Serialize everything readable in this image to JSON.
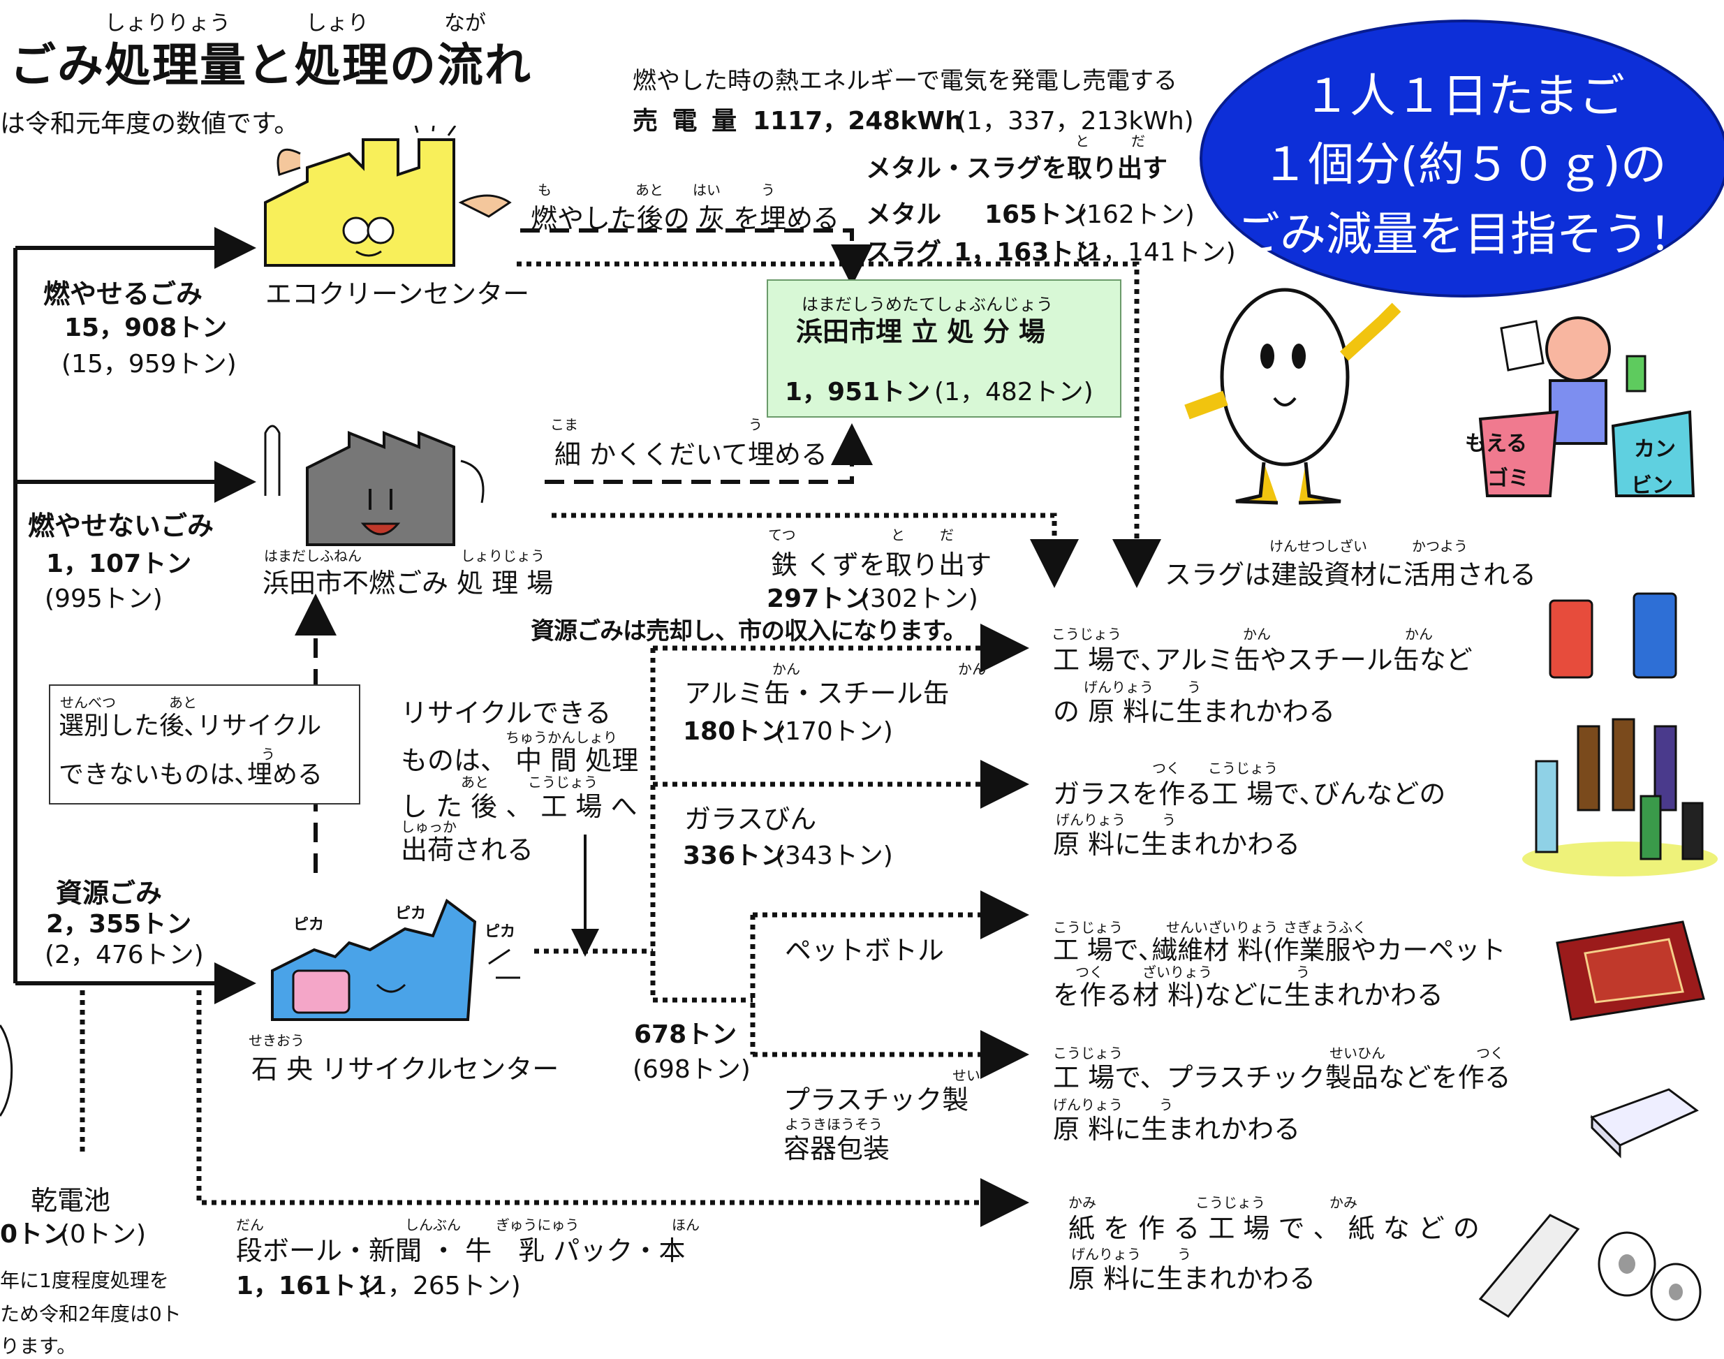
{
  "colors": {
    "ellipse": "#0d2fd8",
    "landfill_box": "#d8f8d6",
    "arrow": "#111111"
  },
  "header": {
    "title": "ごみ処理量と処理の流れ",
    "title_ruby": [
      "しょりりょう",
      "しょり",
      "なが"
    ],
    "subtitle": "は令和元年度の数値です。"
  },
  "slogan": {
    "lines": [
      "１人１日たまご",
      "１個分(約５０ｇ)の",
      "ごみ減量を目指そう！"
    ]
  },
  "power": {
    "text": "燃やした時の熱エネルギーで電気を発電し売電する",
    "label": "売 電 量",
    "value": "1117，248kWh",
    "prev": "(1，337，213kWh)"
  },
  "metal_slag": {
    "text": "メタル・スラグを取り出す",
    "ruby": [
      "と",
      "だ"
    ],
    "metal_label": "メタル",
    "metal_value": "165トン",
    "metal_prev": "(162トン)",
    "slag_label": "スラグ",
    "slag_value": "1，163トン",
    "slag_prev": "(1，141トン)"
  },
  "ash": {
    "text": "燃やした後の 灰 を埋める",
    "ruby": [
      "も",
      "あと",
      "はい",
      "う"
    ]
  },
  "ecoclean": {
    "label": "エコクリーンセンター"
  },
  "burnable": {
    "label": "燃やせるごみ",
    "value": "15，908トン",
    "prev": "(15，959トン)"
  },
  "landfill": {
    "ruby": "はまだしうめたてしょぶんじょう",
    "name": "浜田市埋 立 処 分 場",
    "value": "1，951トン",
    "prev": "(1，482トン)"
  },
  "crush": {
    "text": "細 かくくだいて埋める",
    "ruby": [
      "こま",
      "う"
    ]
  },
  "nonburnable": {
    "label": "燃やせないごみ",
    "value": "1，107トン",
    "prev": "(995トン)"
  },
  "funen": {
    "label": "浜田市不燃ごみ 処 理 場",
    "ruby": [
      "はまだしふねん",
      "しょりじょう"
    ]
  },
  "iron": {
    "text": "鉄 くずを取り出す",
    "ruby": [
      "てつ",
      "と",
      "だ"
    ],
    "value": "297トン",
    "prev": "(302トン)"
  },
  "resource_note": "資源ごみは売却し、市の収入になります。",
  "slag_use": {
    "text": "スラグは建設資材に活用される",
    "ruby": [
      "けんせつしざい",
      "かつよう"
    ]
  },
  "sort_note": {
    "lines": [
      "選別した後､リサイクル",
      "できないものは､埋める"
    ],
    "ruby": [
      "せんべつ",
      "あと",
      "う"
    ]
  },
  "recyclable": {
    "lines": [
      "リサイクルできる",
      "ものは、 中 間 処理",
      "し た 後 、 工 場 へ",
      "出荷される"
    ],
    "ruby": [
      "ちゅうかんしょり",
      "あと",
      "こうじょう",
      "しゅっか"
    ]
  },
  "resource": {
    "label": "資源ごみ",
    "value": "2，355トン",
    "prev": "(2，476トン)"
  },
  "sekio": {
    "label": "石 央 リサイクルセンター",
    "ruby": "せきおう"
  },
  "battery": {
    "label": "乾電池",
    "value": "0トン",
    "prev": "(0トン)",
    "note": [
      "年に1度程度処理を",
      "ため令和2年度は0ト",
      "ります。"
    ]
  },
  "cans": {
    "label": "アルミ缶・スチール缶",
    "ruby": [
      "かん",
      "かん"
    ],
    "value": "180トン",
    "prev": "(170トン)"
  },
  "glass": {
    "label": "ガラスびん",
    "value": "336トン",
    "prev": "(343トン)"
  },
  "plastic_total": {
    "value": "678トン",
    "prev": "(698トン)"
  },
  "pet": {
    "label": "ペットボトル"
  },
  "plastic": {
    "lines": [
      "プラスチック製",
      "容器包装"
    ],
    "ruby": [
      "せい",
      "ようきほうそう"
    ]
  },
  "paper": {
    "label": "段ボール・新聞 ・ 牛　乳 パック・本",
    "ruby": [
      "だん",
      "しんぶん",
      "ぎゅうにゅう",
      "ほん"
    ],
    "value": "1，161トン",
    "prev": "(1，265トン)"
  },
  "dest_cans": {
    "lines": [
      "工 場で､アルミ缶やスチール缶など",
      "の 原 料に生まれかわる"
    ],
    "ruby": [
      "こうじょう",
      "かん",
      "かん",
      "げんりょう",
      "う"
    ]
  },
  "dest_glass": {
    "lines": [
      "ガラスを作る工 場で､びんなどの",
      "原 料に生まれかわる"
    ],
    "ruby": [
      "つく",
      "こうじょう",
      "げんりょう",
      "う"
    ]
  },
  "dest_pet": {
    "lines": [
      "工 場で､繊維材 料(作業服やカーペット",
      "を作る材 料)などに生まれかわる"
    ],
    "ruby": [
      "こうじょう",
      "せんいざいりょう",
      "さぎょうふく",
      "つく",
      "ざいりょう",
      "う"
    ]
  },
  "dest_plastic": {
    "lines": [
      "工 場で、プラスチック製品などを作る",
      "原 料に生まれかわる"
    ],
    "ruby": [
      "こうじょう",
      "せいひん",
      "つく",
      "げんりょう",
      "う"
    ]
  },
  "dest_paper": {
    "lines": [
      "紙 を 作 る 工 場 で 、 紙 な ど の",
      "原 料に生まれかわる"
    ],
    "ruby": [
      "かみ",
      "こうじょう",
      "かみ",
      "げんりょう",
      "う"
    ]
  },
  "mascots": {
    "egg_icon": "egg-mascot",
    "boy_icon": "boy-with-bins",
    "bin1_text": [
      "もえる",
      "ゴミ"
    ],
    "bin2_text": [
      "カン",
      "ビン"
    ],
    "sparkle_text": "ピカ"
  }
}
